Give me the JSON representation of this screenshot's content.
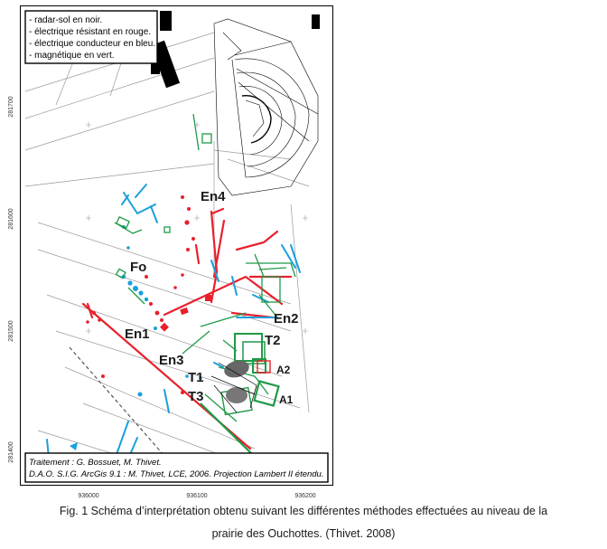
{
  "legend": {
    "lines": [
      "- radar-sol en noir.",
      "- électrique résistant en rouge.",
      "- électrique conducteur en bleu.",
      "- magnétique en vert."
    ]
  },
  "credits": {
    "line1": "Traitement : G. Bossuet, M. Thivet.",
    "line2": "D.A.O. S.I.G. ArcGis 9.1 : M. Thivet, LCE, 2006. Projection Lambert II étendu."
  },
  "labels": {
    "en4": "En4",
    "fo": "Fo",
    "en2": "En2",
    "en1": "En1",
    "t2": "T2",
    "en3": "En3",
    "a2": "A2",
    "t1": "T1",
    "t3": "T3",
    "a1": "A1"
  },
  "axes": {
    "x_ticks": [
      "936000",
      "936100",
      "936200"
    ],
    "y_ticks": [
      "281700",
      "281600",
      "281500",
      "281400"
    ]
  },
  "colors": {
    "radar": "#000000",
    "resistant": "#e8202c",
    "conductor": "#1aa0dc",
    "magnetic": "#1f9a46"
  },
  "caption": {
    "line1": "Fig. 1 Schéma d’interprétation obtenu suivant les différentes méthodes effectuées au niveau de la",
    "line2": "prairie des Ouchottes. (Thivet. 2008)"
  }
}
